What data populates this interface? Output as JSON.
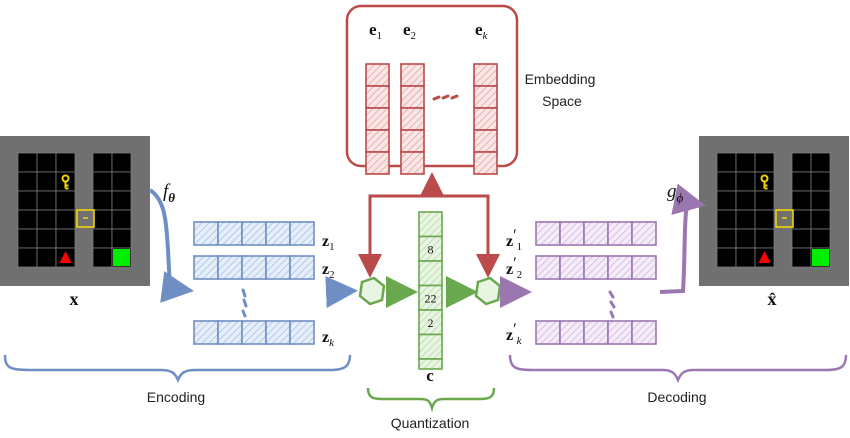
{
  "colors": {
    "encoding": "#6f8fc4",
    "encoding_fill": "#dce6f6",
    "embedding": "#bb4a4a",
    "embedding_fill": "#f6d6d6",
    "quantization": "#6aa84f",
    "quantization_fill": "#dff0d6",
    "decoding": "#9b77b0",
    "decoding_fill": "#ece0f2",
    "grid_frame": "#707070",
    "grid_cell": "#000000",
    "grid_line": "#7a7a7a",
    "key": "#f2d400",
    "agent": "#ff0000",
    "goal": "#00ee00"
  },
  "input_grid": {
    "label": "x",
    "icons": [
      "key-icon",
      "door-icon",
      "agent-icon",
      "goal-icon"
    ]
  },
  "output_grid": {
    "label": "x̂",
    "icons": [
      "key-icon",
      "door-icon",
      "agent-icon",
      "goal-icon"
    ]
  },
  "encoder": {
    "func": "f",
    "sub": "θ"
  },
  "decoder": {
    "func": "g",
    "sub": "ϕ"
  },
  "latents": [
    {
      "base": "z",
      "sub": "1"
    },
    {
      "base": "z",
      "sub": "2"
    },
    {
      "base": "z",
      "sub": "k"
    }
  ],
  "quantized_latents": [
    {
      "base": "z",
      "sub": "1"
    },
    {
      "base": "z",
      "sub": "2"
    },
    {
      "base": "z",
      "sub": "k"
    }
  ],
  "embeddings": [
    {
      "base": "e",
      "sub": "1"
    },
    {
      "base": "e",
      "sub": "2"
    },
    {
      "base": "e",
      "sub": "k"
    }
  ],
  "embedding_space": {
    "line1": "Embedding",
    "line2": "Space"
  },
  "codes": {
    "label": "c",
    "values": [
      "",
      "8",
      "",
      "22",
      "2",
      ""
    ]
  },
  "brackets": {
    "encoding": "Encoding",
    "quantization": "Quantization",
    "decoding": "Decoding"
  }
}
